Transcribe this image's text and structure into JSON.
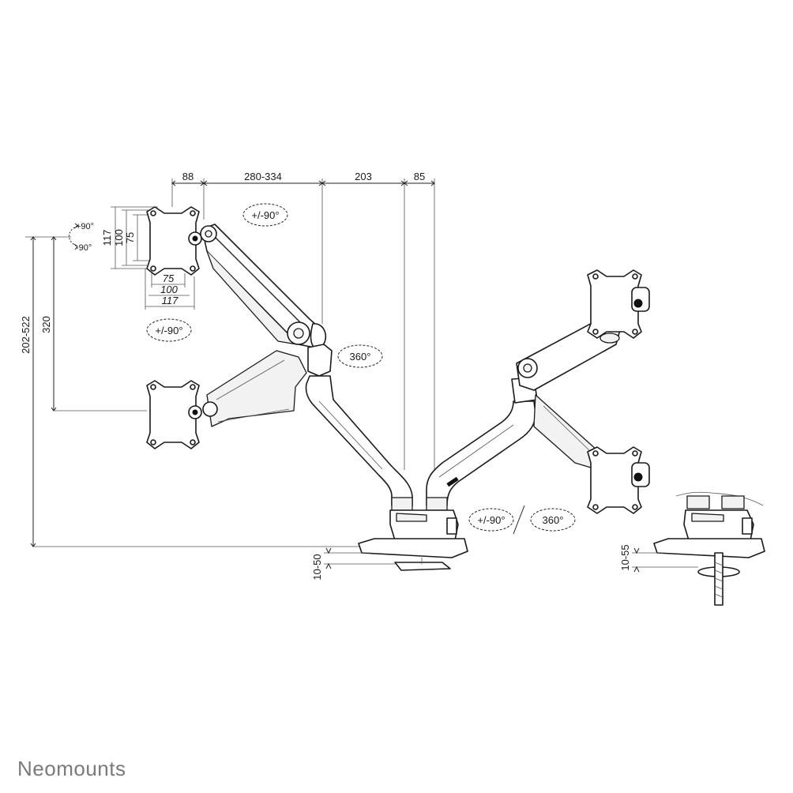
{
  "brand": {
    "logo_text": "Neomounts"
  },
  "dimensions": {
    "top_88": "88",
    "top_280_334": "280-334",
    "top_203": "203",
    "top_85": "85",
    "vesa_v_117": "117",
    "vesa_v_100": "100",
    "vesa_v_75": "75",
    "vesa_h_75": "75",
    "vesa_h_100": "100",
    "vesa_h_117": "117",
    "height_total": "202-522",
    "height_320": "320",
    "clamp_desk": "10-50",
    "grommet_desk": "10-55"
  },
  "rotations": {
    "tilt_up": "+90°",
    "tilt_down": "-90°",
    "swivel_top": "+/-90°",
    "swivel_left": "+/-90°",
    "rotate_360_mid": "360°",
    "swivel_bottom": "+/-90°",
    "rotate_360_bottom": "360°"
  }
}
